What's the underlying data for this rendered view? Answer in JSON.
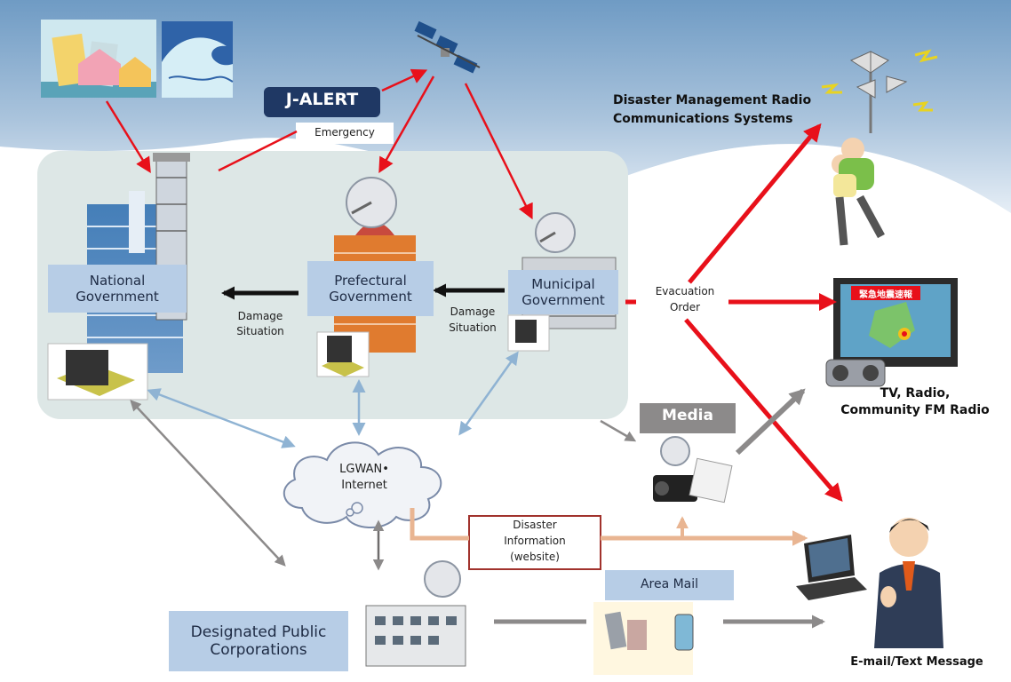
{
  "title_badge": "J-ALERT",
  "emergency": "Emergency",
  "drms": {
    "line1": "Disaster Management Radio",
    "line2": "Communications Systems"
  },
  "national": {
    "line1": "National",
    "line2": "Government"
  },
  "prefectural": {
    "line1": "Prefectural",
    "line2": "Government"
  },
  "municipal": {
    "line1": "Municipal",
    "line2": "Government"
  },
  "damage": {
    "line1": "Damage",
    "line2": "Situation"
  },
  "evacuation": {
    "line1": "Evacuation",
    "line2": "Order"
  },
  "tv_sign": "緊急地震速報",
  "tv": {
    "line1": "TV, Radio,",
    "line2": "Community FM Radio"
  },
  "media": "Media",
  "lgwan": {
    "line1": "LGWAN•",
    "line2": "Internet"
  },
  "disaster_info": {
    "line1": "Disaster",
    "line2": "Information",
    "line3": "(website)"
  },
  "area_mail": "Area Mail",
  "corporations": {
    "line1": "Designated Public",
    "line2": "Corporations"
  },
  "email": "E-mail/Text Message",
  "colors": {
    "red": "#e8101a",
    "blue_arrow": "#8fb3d3",
    "gray_arrow": "#8c8a8a",
    "orange_arrow": "#e9b592",
    "box": "#b7cde6",
    "badge": "#1f3864",
    "panel": "#dde7e6"
  }
}
